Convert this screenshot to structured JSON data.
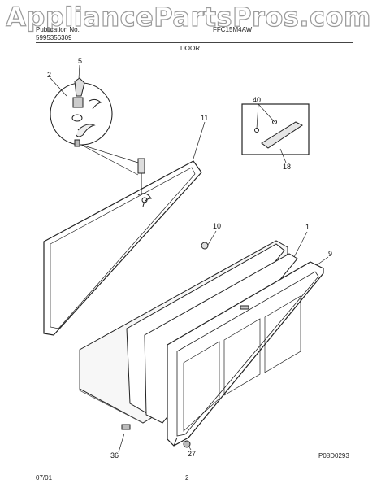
{
  "watermark": "AppliancePartsPros.com",
  "header": {
    "publication_label": "Publication No.",
    "publication_number": "5995356309",
    "model": "FFC15M4AW",
    "section": "DOOR"
  },
  "callouts": [
    "5",
    "2",
    "11",
    "40",
    "18",
    "10",
    "1",
    "9",
    "36",
    "27"
  ],
  "footer": {
    "date": "07/01",
    "page": "2",
    "diagram_code": "P08D0293"
  }
}
